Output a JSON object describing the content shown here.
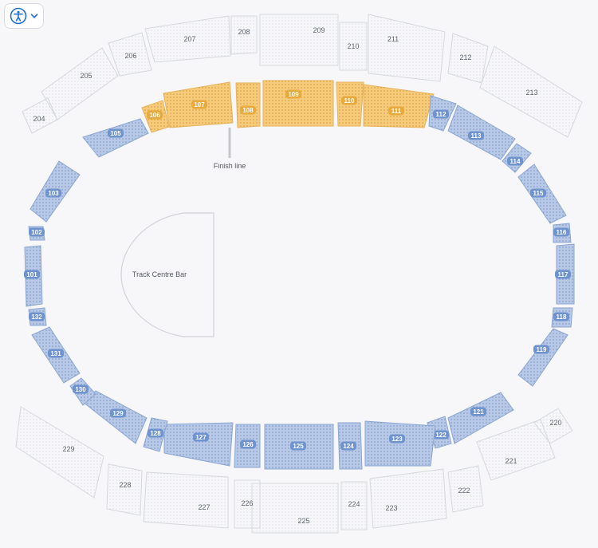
{
  "accessibility": {
    "icon": "accessibility-icon",
    "chevron": "chevron-down-icon"
  },
  "colors": {
    "blue_fill": "#b7c9e6",
    "blue_stroke": "#8aa6d2",
    "blue_pill": "#6f93cf",
    "gold_fill": "#f6cb7c",
    "gold_stroke": "#e7b25c",
    "gold_pill": "#e8a93d",
    "unavail_fill": "#ffffff",
    "unavail_stroke": "#d5d8dc"
  },
  "labels": {
    "finish_line": "Finish line",
    "track_centre_bar": "Track Centre Bar"
  },
  "sections": {
    "upper": [
      "204",
      "205",
      "206",
      "207",
      "208",
      "209",
      "210",
      "211",
      "212",
      "213",
      "220",
      "221",
      "222",
      "223",
      "224",
      "225",
      "226",
      "227",
      "228",
      "229"
    ],
    "lower": [
      {
        "id": "101",
        "state": "available"
      },
      {
        "id": "102",
        "state": "available"
      },
      {
        "id": "103",
        "state": "available"
      },
      {
        "id": "105",
        "state": "available"
      },
      {
        "id": "106",
        "state": "selected"
      },
      {
        "id": "107",
        "state": "selected"
      },
      {
        "id": "108",
        "state": "selected"
      },
      {
        "id": "109",
        "state": "selected"
      },
      {
        "id": "110",
        "state": "selected"
      },
      {
        "id": "111",
        "state": "selected"
      },
      {
        "id": "112",
        "state": "available"
      },
      {
        "id": "113",
        "state": "available"
      },
      {
        "id": "114",
        "state": "available"
      },
      {
        "id": "115",
        "state": "available"
      },
      {
        "id": "116",
        "state": "available"
      },
      {
        "id": "117",
        "state": "available"
      },
      {
        "id": "118",
        "state": "available"
      },
      {
        "id": "119",
        "state": "available"
      },
      {
        "id": "121",
        "state": "available"
      },
      {
        "id": "122",
        "state": "available"
      },
      {
        "id": "123",
        "state": "available"
      },
      {
        "id": "124",
        "state": "available"
      },
      {
        "id": "125",
        "state": "available"
      },
      {
        "id": "126",
        "state": "available"
      },
      {
        "id": "127",
        "state": "available"
      },
      {
        "id": "128",
        "state": "available"
      },
      {
        "id": "129",
        "state": "available"
      },
      {
        "id": "130",
        "state": "available"
      },
      {
        "id": "131",
        "state": "available"
      },
      {
        "id": "132",
        "state": "available"
      }
    ]
  }
}
